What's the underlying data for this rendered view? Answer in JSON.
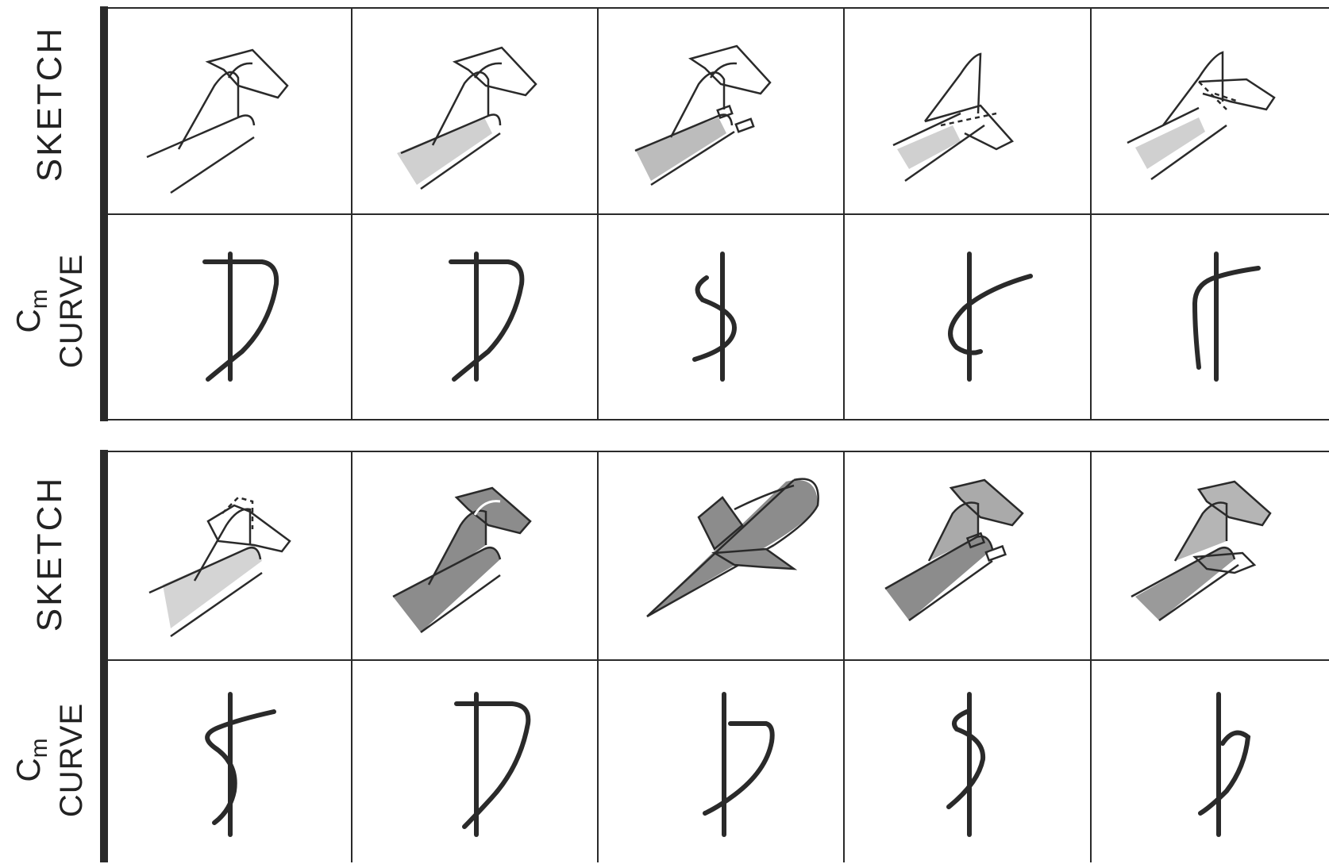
{
  "labels": {
    "sketch": "SKETCH",
    "cm_symbol": "C",
    "cm_subscript": "m",
    "curve": "CURVE"
  },
  "panels": [
    {
      "sketches": [
        "high-wing-t-tail-outline",
        "high-wing-t-tail-shaded-fuselage",
        "t-tail-with-strakes",
        "cruciform-tail-low-wing",
        "mid-tail-dashed"
      ],
      "curves": [
        "d-shaped",
        "d-shaped",
        "s-shaped",
        "hooked-left",
        "hooked-right-s"
      ]
    },
    {
      "sketches": [
        "t-tail-dashed-overlap",
        "dark-fuselage-t-tail",
        "full-aircraft-shaded",
        "t-tail-shaded-with-strakes",
        "t-tail-low-stabilizer"
      ],
      "curves": [
        "s-shaped",
        "d-shaped",
        "d-shaped-small",
        "s-shaped",
        "hook-top-right"
      ]
    }
  ],
  "colors": {
    "line": "#2a2a2a",
    "shade_light": "#c8c8c8",
    "shade_dark": "#8c8c8c"
  }
}
